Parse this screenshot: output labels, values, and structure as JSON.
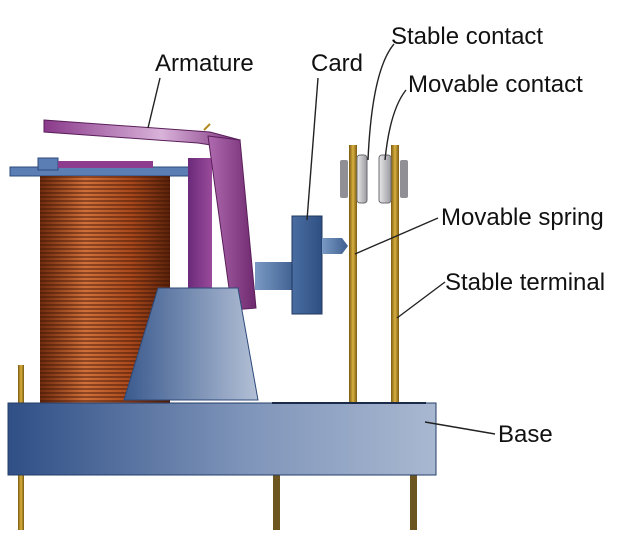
{
  "labels": {
    "armature": "Armature",
    "card": "Card",
    "stable_contact": "Stable contact",
    "movable_contact": "Movable contact",
    "movable_spring": "Movable spring",
    "stable_terminal": "Stable terminal",
    "base": "Base"
  },
  "colors": {
    "coil": "#b8521e",
    "armature": "#8e3c8e",
    "base": "#3f5f91",
    "card": "#3d5f90",
    "spring": "#b58a1e",
    "contact": "#c9c9cc"
  }
}
